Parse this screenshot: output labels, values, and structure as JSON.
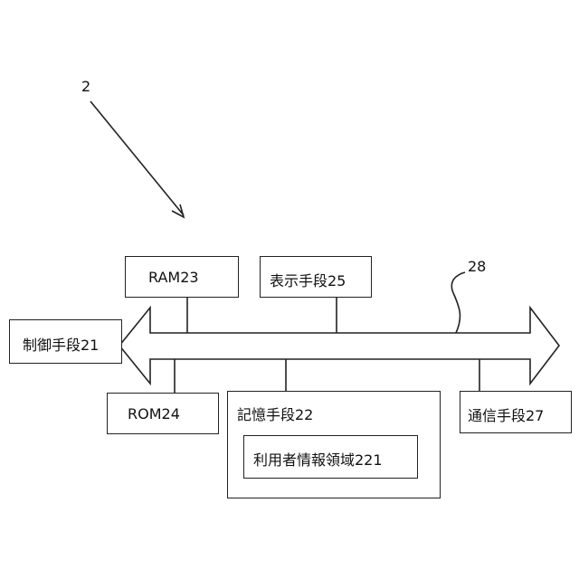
{
  "diagram": {
    "ref_device": "2",
    "ref_bus": "28",
    "blocks": {
      "ram": "RAM23",
      "display": "表示手段25",
      "control": "制御手段21",
      "rom": "ROM24",
      "storage": "記憶手段22",
      "user_area": "利用者情報領域221",
      "comm": "通信手段27"
    }
  }
}
